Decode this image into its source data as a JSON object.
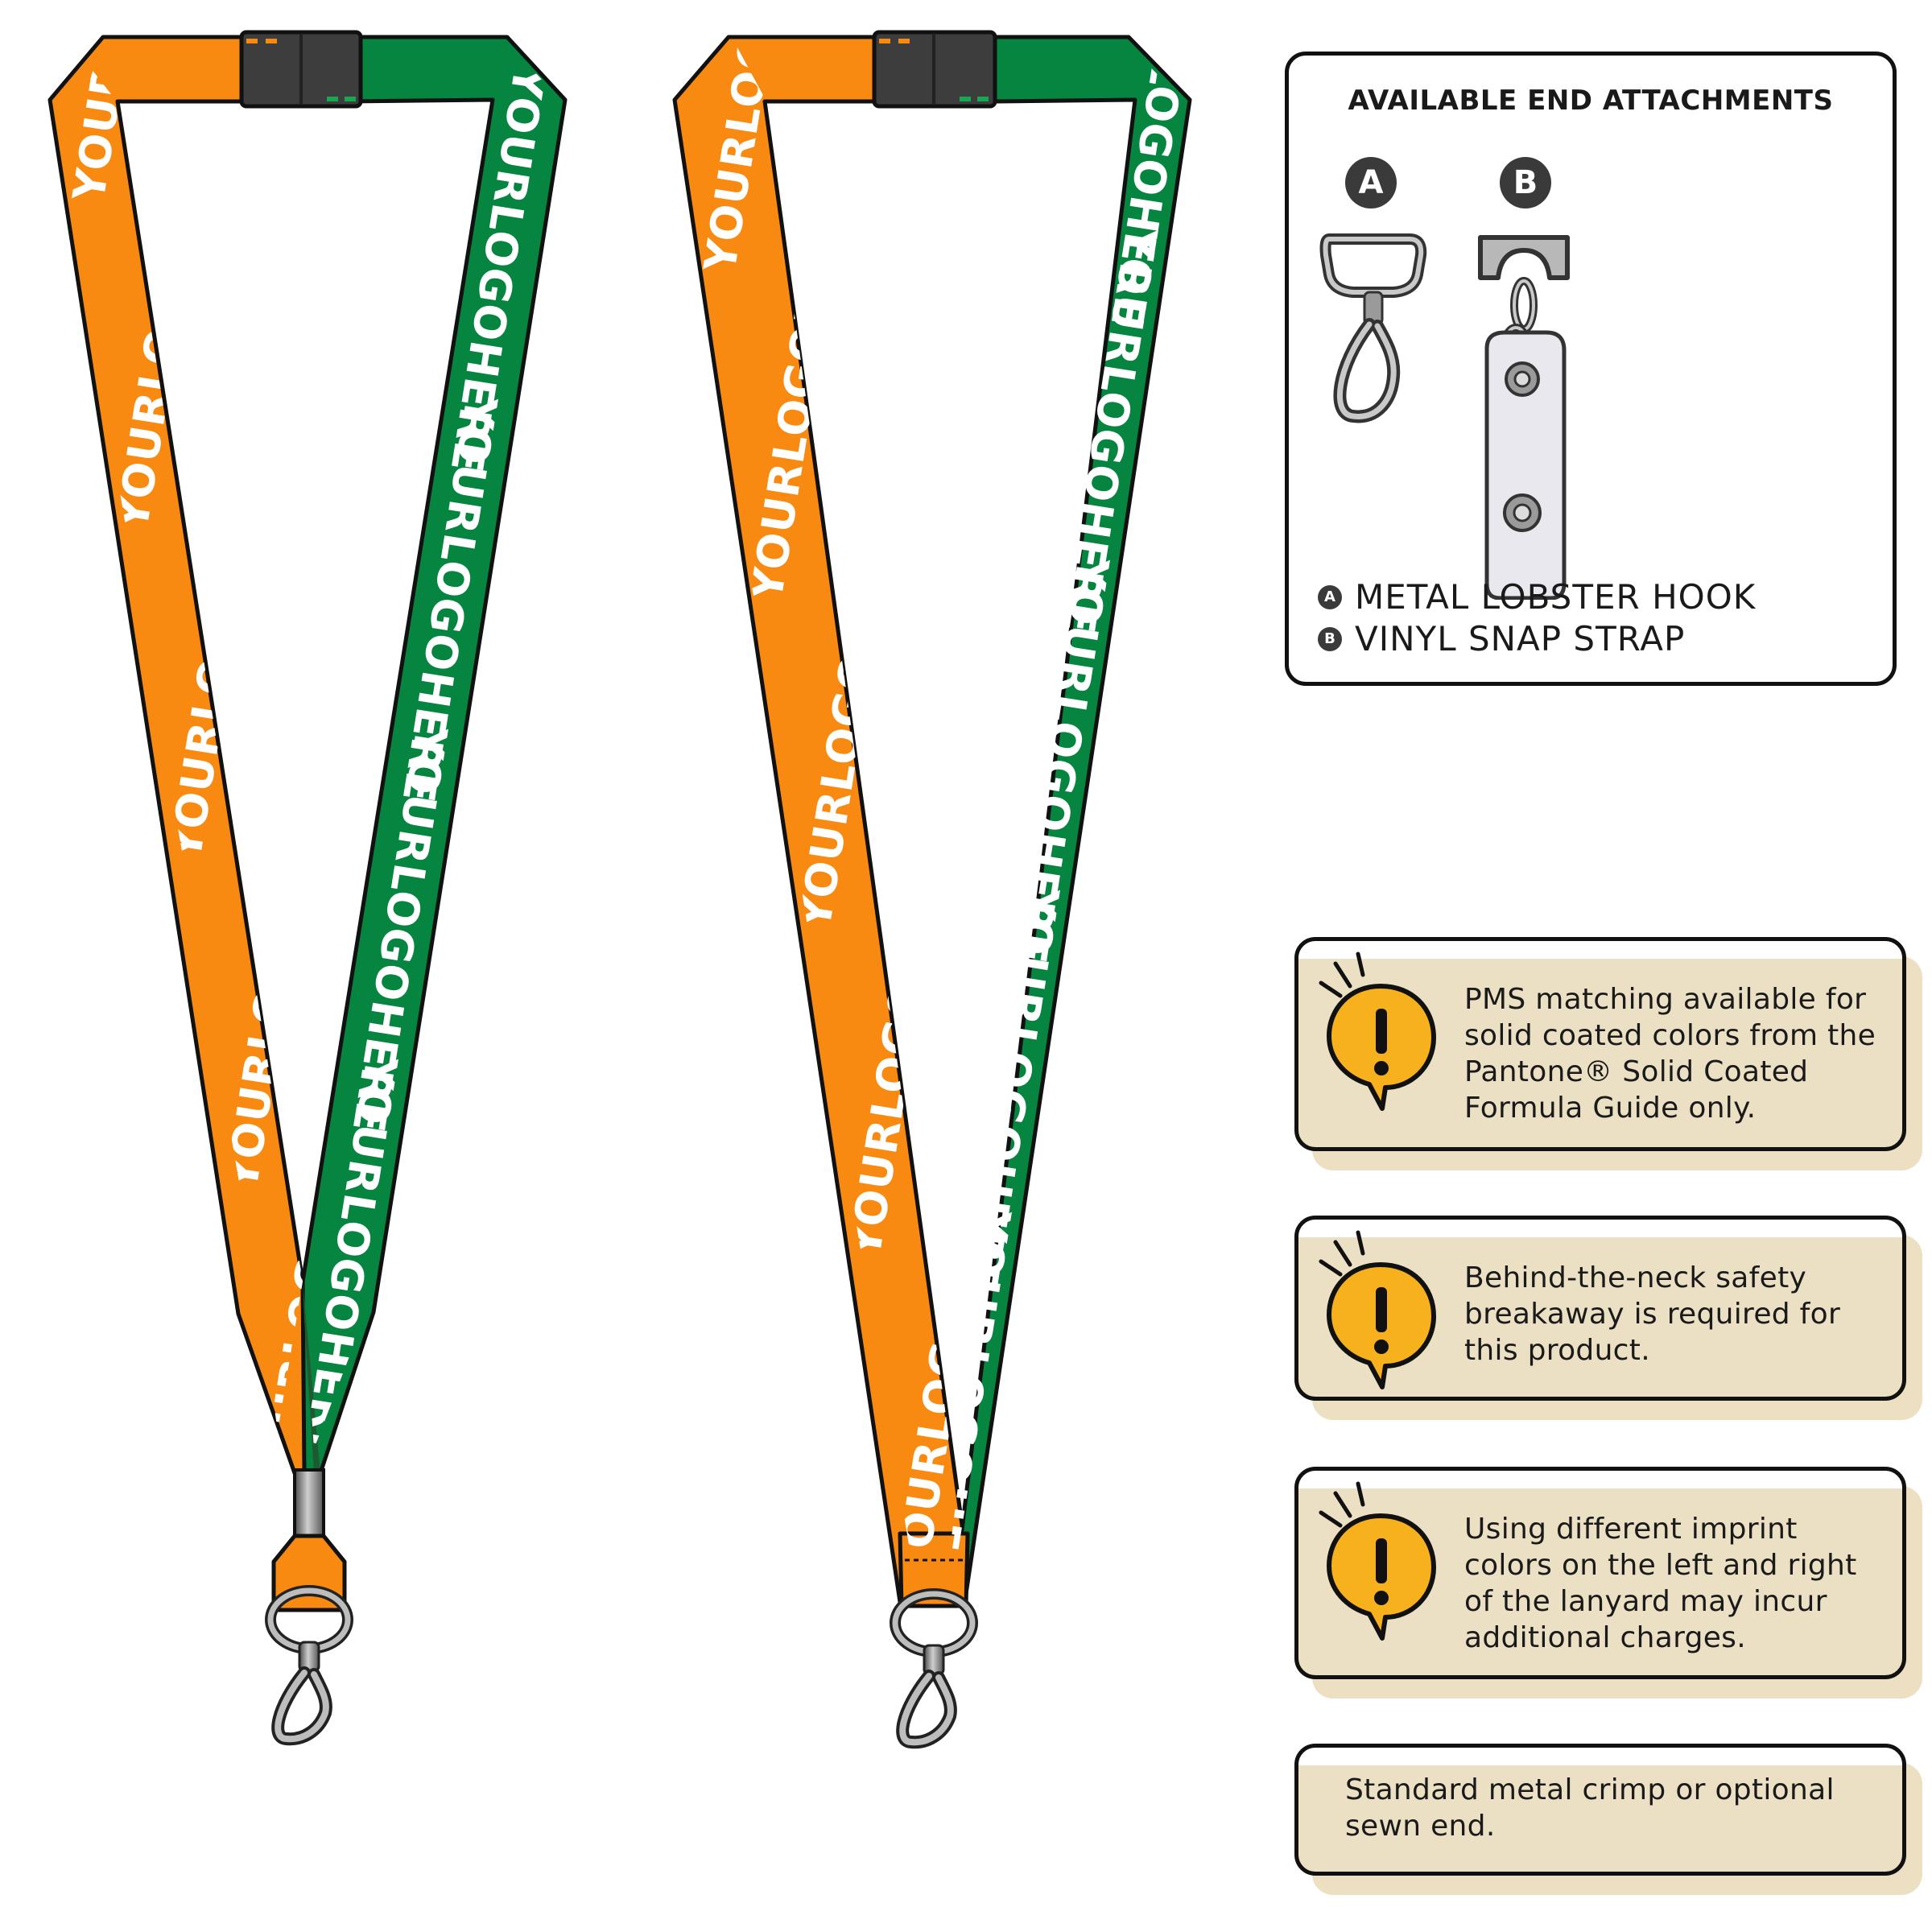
{
  "lanyard": {
    "imprint_text": "YOURLOGOHERE",
    "colors": {
      "left_strap": "#f98a11",
      "right_strap": "#058540",
      "outline": "#111111",
      "buckle": "#3d3d3d"
    }
  },
  "attachments": {
    "title": "AVAILABLE END ATTACHMENTS",
    "options": [
      {
        "badge": "A",
        "label": "METAL LOBSTER HOOK",
        "icon": "lobster-hook-icon"
      },
      {
        "badge": "B",
        "label": "VINYL SNAP STRAP",
        "icon": "vinyl-snap-strap-icon"
      }
    ]
  },
  "notes": [
    {
      "icon": "warning-bubble-icon",
      "text": "PMS matching available for solid coated colors from the Pantone® Solid Coated Formula Guide only."
    },
    {
      "icon": "warning-bubble-icon",
      "text": "Behind-the-neck safety breakaway is required for this product."
    },
    {
      "icon": "warning-bubble-icon",
      "text": "Using different imprint colors on the left and right of the lanyard may incur additional charges."
    },
    {
      "text": "Standard metal crimp or optional sewn end."
    }
  ],
  "theme": {
    "note_fill": "#ece0c4",
    "icon_fill": "#f6b11c"
  }
}
